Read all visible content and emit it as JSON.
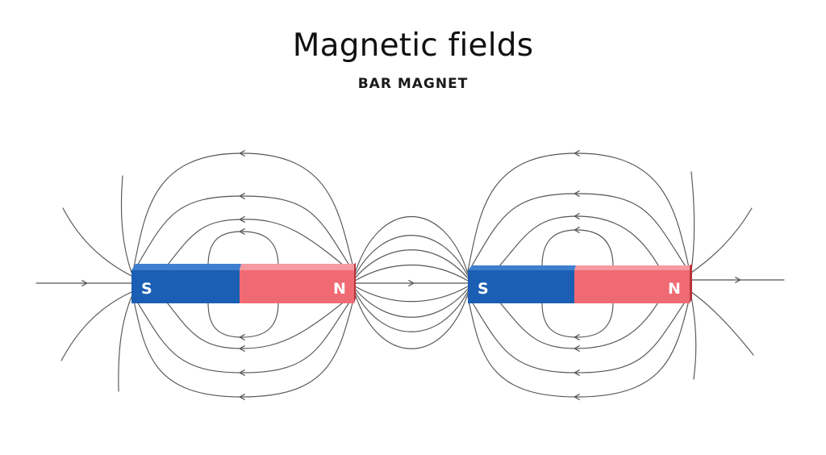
{
  "title": "Magnetic fields",
  "subtitle": "BAR MAGNET",
  "magnets": [
    {
      "south_label": "S",
      "north_label": "N"
    },
    {
      "south_label": "S",
      "north_label": "N"
    }
  ],
  "colors": {
    "south_pole": "#1a5fb4",
    "south_pole_top": "#3f7fd0",
    "north_pole": "#f06a73",
    "north_pole_top": "#f59aa0",
    "end_face": "#b8323c",
    "field_line": "#555555"
  }
}
